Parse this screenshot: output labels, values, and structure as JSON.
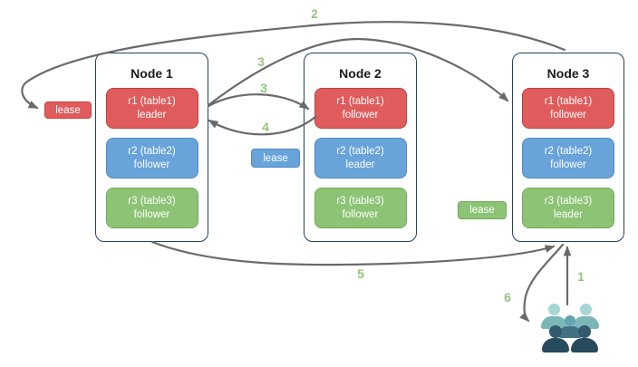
{
  "diagram": {
    "nodes": [
      {
        "title": "Node 1",
        "replicas": [
          {
            "range": "r1 (table1)",
            "role": "leader",
            "color_key": "red"
          },
          {
            "range": "r2 (table2)",
            "role": "follower",
            "color_key": "blue"
          },
          {
            "range": "r3 (table3)",
            "role": "follower",
            "color_key": "green"
          }
        ]
      },
      {
        "title": "Node 2",
        "replicas": [
          {
            "range": "r1 (table1)",
            "role": "follower",
            "color_key": "red"
          },
          {
            "range": "r2 (table2)",
            "role": "leader",
            "color_key": "blue"
          },
          {
            "range": "r3 (table3)",
            "role": "follower",
            "color_key": "green"
          }
        ]
      },
      {
        "title": "Node 3",
        "replicas": [
          {
            "range": "r1 (table1)",
            "role": "follower",
            "color_key": "red"
          },
          {
            "range": "r2 (table2)",
            "role": "follower",
            "color_key": "blue"
          },
          {
            "range": "r3 (table3)",
            "role": "leader",
            "color_key": "green"
          }
        ]
      }
    ],
    "leases": [
      {
        "label": "lease",
        "color_key": "red"
      },
      {
        "label": "lease",
        "color_key": "blue"
      },
      {
        "label": "lease",
        "color_key": "green"
      }
    ],
    "steps": {
      "s1": "1",
      "s2": "2",
      "s3a": "3",
      "s3b": "3",
      "s4": "4",
      "s5": "5",
      "s6": "6"
    },
    "users_icon": "user-group-icon",
    "colors": {
      "replica_red": "#e05c5c",
      "replica_blue": "#68a3da",
      "replica_green": "#8cc374",
      "node_border": "#24425f",
      "arrow": "#6a6a6a",
      "step_label": "#93c47d",
      "user_light": "#7cb7b8",
      "user_mid": "#417182",
      "user_dark": "#284a5d"
    }
  }
}
